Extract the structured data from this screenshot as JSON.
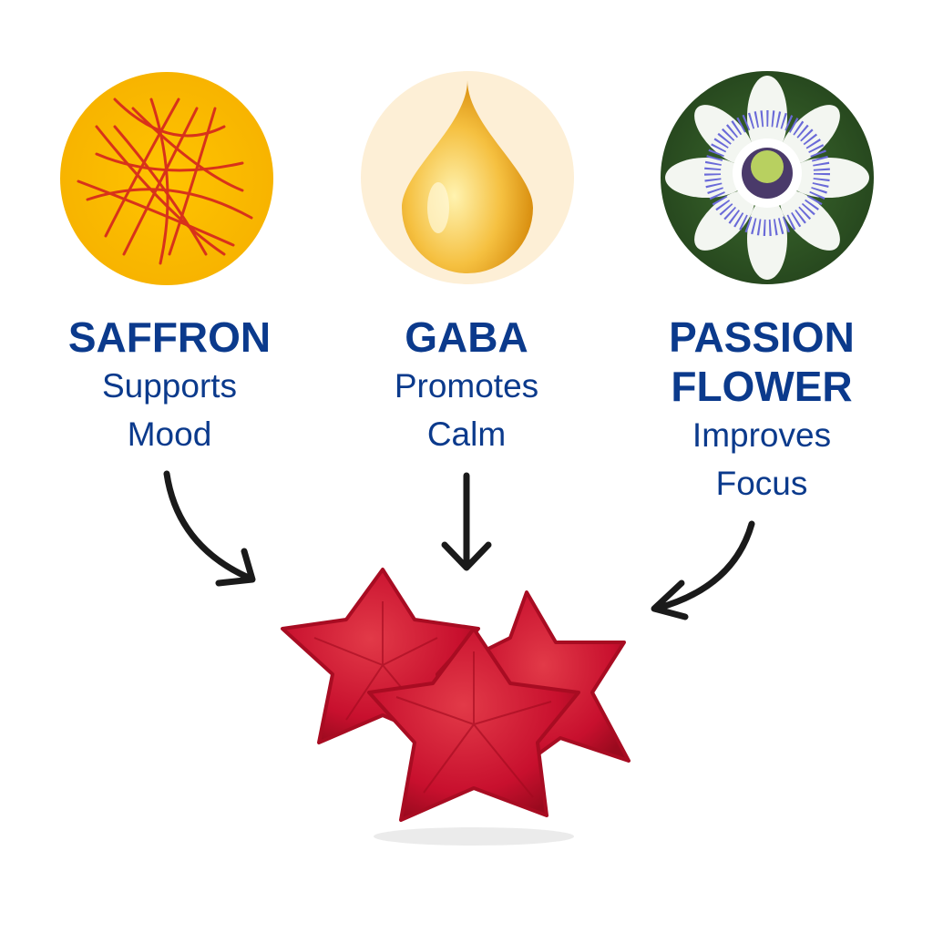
{
  "ingredients": [
    {
      "name": "SAFFRON",
      "benefit_line1": "Supports",
      "benefit_line2": "Mood"
    },
    {
      "name": "GABA",
      "benefit_line1": "Promotes",
      "benefit_line2": "Calm"
    },
    {
      "name_line1": "PASSION",
      "name_line2": "FLOWER",
      "benefit_line1": "Improves",
      "benefit_line2": "Focus"
    }
  ],
  "colors": {
    "text": "#0b3a8c",
    "gummy": "#c8102e",
    "saffron_bg": "#f7b500",
    "gaba_bg": "#fdefd6",
    "arrow": "#1a1a1a"
  }
}
